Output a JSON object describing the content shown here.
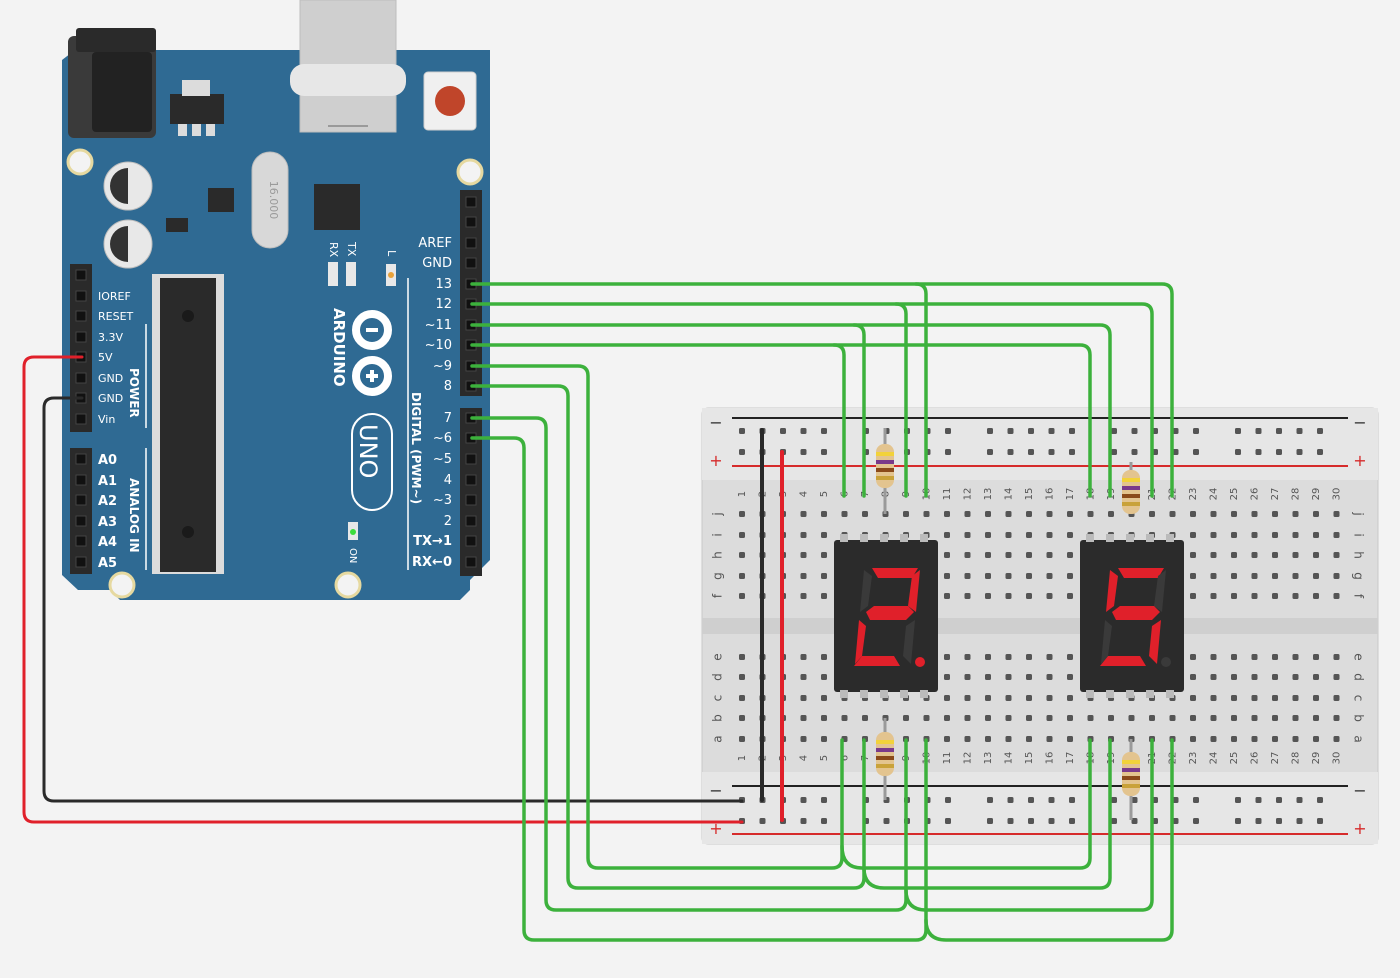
{
  "board": {
    "brand": "ARDUINO",
    "model": "UNO",
    "crystal_text": "16.000",
    "rx_label": "RX",
    "tx_label": "TX",
    "led_l_label": "L",
    "on_label": "ON",
    "power_header_label": "POWER",
    "analog_header_label": "ANALOG IN",
    "digital_header_label": "DIGITAL (PWM~)",
    "power_pins": [
      "IOREF",
      "RESET",
      "3.3V",
      "5V",
      "GND",
      "GND",
      "Vin"
    ],
    "analog_pins": [
      "A0",
      "A1",
      "A2",
      "A3",
      "A4",
      "A5"
    ],
    "digital_pins_upper": [
      "AREF",
      "GND",
      "13",
      "12",
      "~11",
      "~10",
      "~9",
      "8"
    ],
    "digital_pins_lower": [
      "7",
      "~6",
      "~5",
      "4",
      "~3",
      "2",
      "TX→1",
      "RX←0"
    ]
  },
  "breadboard": {
    "minus_label": "−",
    "plus_label": "+",
    "row_letters_top": [
      "j",
      "i",
      "h",
      "g",
      "f"
    ],
    "row_letters_bottom": [
      "e",
      "d",
      "c",
      "b",
      "a"
    ],
    "column_numbers": [
      "1",
      "2",
      "3",
      "4",
      "5",
      "6",
      "7",
      "8",
      "9",
      "10",
      "11",
      "12",
      "13",
      "14",
      "15",
      "16",
      "17",
      "18",
      "19",
      "20",
      "21",
      "22",
      "23",
      "24",
      "25",
      "26",
      "27",
      "28",
      "29",
      "30"
    ]
  },
  "displays": [
    {
      "digit": "2",
      "segments": [
        "a",
        "b",
        "g",
        "e",
        "d"
      ],
      "dp_on": true
    },
    {
      "digit": "5",
      "segments": [
        "a",
        "f",
        "g",
        "c",
        "d"
      ],
      "dp_on": false
    }
  ],
  "colors": {
    "board_blue": "#2f6a93",
    "wire_green": "#3cb13c",
    "wire_red": "#e0202a",
    "wire_black": "#2a2a2a",
    "segment_on": "#e0202a",
    "segment_off": "#3a3a3a",
    "display_body": "#2b2b2b"
  }
}
